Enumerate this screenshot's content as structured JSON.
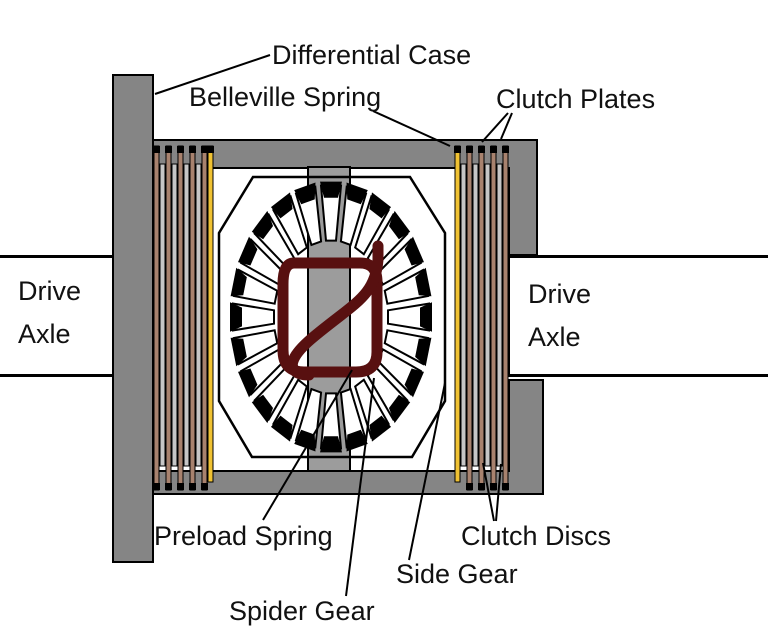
{
  "diagram": {
    "type": "technical-cross-section",
    "subject": "Clutch-type limited-slip differential",
    "labels": {
      "differential_case": "Differential Case",
      "belleville_spring": "Belleville Spring",
      "clutch_plates": "Clutch Plates",
      "drive_axle_left": {
        "line1": "Drive",
        "line2": "Axle"
      },
      "drive_axle_right": {
        "line1": "Drive",
        "line2": "Axle"
      },
      "preload_spring": "Preload Spring",
      "spider_gear": "Spider Gear",
      "side_gear": "Side Gear",
      "clutch_discs": "Clutch Discs"
    },
    "colors": {
      "case_gray": "#858585",
      "shaft_gray": "#9C9C9C",
      "clutch_disc_brown": "#A8826E",
      "clutch_plate_gray": "#C6C6C6",
      "belleville_yellow": "#F0C233",
      "preload_maroon": "#581010",
      "outline_black": "#000000",
      "background": "#FFFFFF"
    }
  }
}
